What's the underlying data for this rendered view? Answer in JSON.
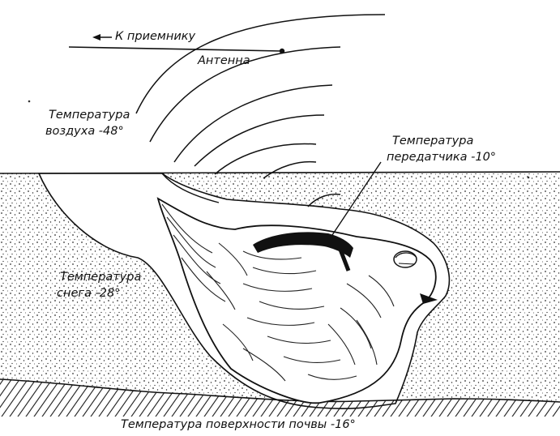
{
  "labels": {
    "to_receiver": "К приемнику",
    "antenna": "Антенна",
    "air_temp_line1": "Температура",
    "air_temp_line2": "воздуха -48°",
    "transmitter_temp_line1": "Температура",
    "transmitter_temp_line2": "передатчика -10°",
    "snow_temp_line1": "Температура",
    "snow_temp_line2": "снега -28°",
    "soil_temp": "Температура поверхности почвы -16°"
  },
  "icons": {
    "arrow": "arrow-left-icon",
    "bird": "partridge-bird-icon",
    "waves": "radio-waves-icon"
  },
  "colors": {
    "ink": "#111111",
    "paper": "#ffffff"
  }
}
